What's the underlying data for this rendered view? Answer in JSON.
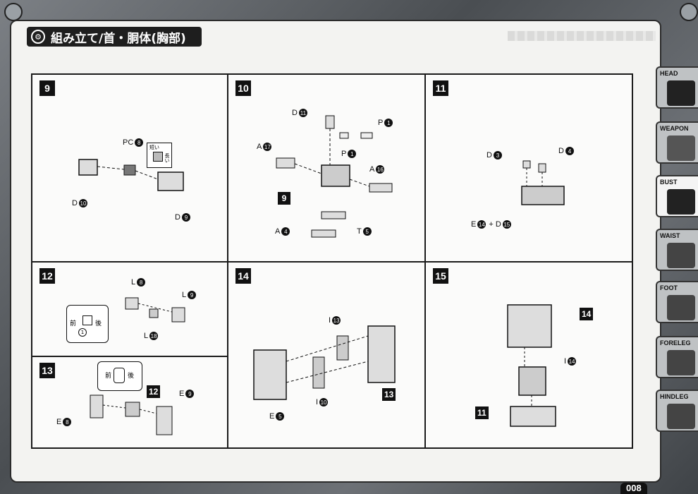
{
  "header": {
    "title": "組み立て/首・胴体(胸部)"
  },
  "sidebar": {
    "tabs": [
      {
        "label": "HEAD",
        "active": false
      },
      {
        "label": "WEAPON",
        "active": false
      },
      {
        "label": "BUST",
        "active": true
      },
      {
        "label": "WAIST",
        "active": false
      },
      {
        "label": "FOOT",
        "active": false
      },
      {
        "label": "FORELEG",
        "active": false
      },
      {
        "label": "HINDLEG",
        "active": false
      }
    ]
  },
  "page_number": "008",
  "steps": {
    "s9": {
      "num": "9",
      "labels": {
        "pc": "PC",
        "pc_n": "8",
        "d1": "D",
        "d1_n": "10",
        "d2": "D",
        "d2_n": "9",
        "short": "短い",
        "long": "長い"
      }
    },
    "s10": {
      "num": "10",
      "labels": {
        "d": "D",
        "d_n": "11",
        "p1": "P",
        "p1_n": "1",
        "p2": "P",
        "p2_n": "1",
        "a17": "A",
        "a17_n": "17",
        "a16": "A",
        "a16_n": "16",
        "a4": "A",
        "a4_n": "4",
        "t": "T",
        "t_n": "5",
        "ref": "9"
      }
    },
    "s11": {
      "num": "11",
      "labels": {
        "d3": "D",
        "d3_n": "3",
        "d4": "D",
        "d4_n": "4",
        "combo": "E",
        "combo_n1": "14",
        "plus": "+ D",
        "combo_n2": "15"
      }
    },
    "s12": {
      "num": "12",
      "labels": {
        "l8": "L",
        "l8_n": "8",
        "l9": "L",
        "l9_n": "9",
        "l18": "L",
        "l18_n": "18",
        "front": "前",
        "back": "後",
        "one": "1"
      }
    },
    "s13": {
      "num": "13",
      "labels": {
        "e8": "E",
        "e8_n": "8",
        "e9": "E",
        "e9_n": "9",
        "ref": "12",
        "front": "前",
        "back": "後"
      }
    },
    "s14": {
      "num": "14",
      "labels": {
        "i13": "I",
        "i13_n": "13",
        "i10": "I",
        "i10_n": "10",
        "e5": "E",
        "e5_n": "5",
        "ref": "13"
      }
    },
    "s15": {
      "num": "15",
      "labels": {
        "i14": "I",
        "i14_n": "14",
        "ref14": "14",
        "ref11": "11"
      }
    }
  }
}
